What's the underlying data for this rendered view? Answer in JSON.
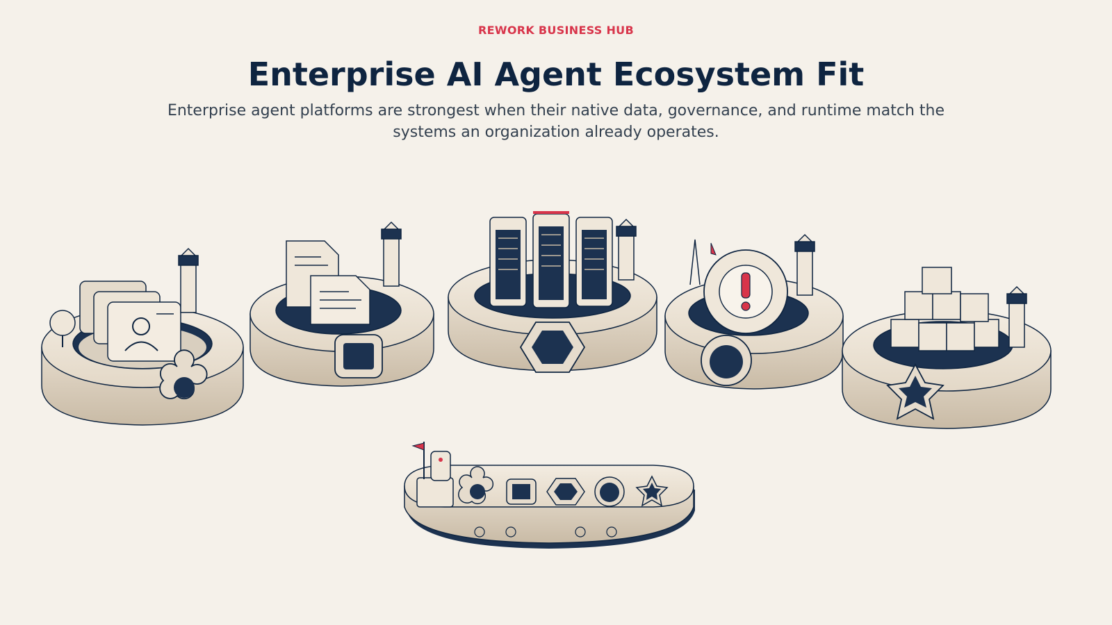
{
  "header": {
    "brand": "REWORK BUSINESS HUB",
    "title": "Enterprise AI Agent Ecosystem Fit",
    "subtitle": "Enterprise agent platforms are strongest when their native data, governance, and runtime match the systems an organization already operates."
  },
  "illustration": {
    "islands": [
      {
        "id": "identity",
        "icon": "id-card-icon",
        "socket": "clover-socket-icon"
      },
      {
        "id": "documents",
        "icon": "documents-icon",
        "socket": "square-socket-icon"
      },
      {
        "id": "servers",
        "icon": "server-rack-icon",
        "socket": "hexagon-socket-icon"
      },
      {
        "id": "alert",
        "icon": "alert-lifebuoy-icon",
        "socket": "circle-socket-icon"
      },
      {
        "id": "packages",
        "icon": "cubes-icon",
        "socket": "star-socket-icon"
      }
    ],
    "boat": {
      "icon": "shape-sorter-boat-icon",
      "slots": [
        "clover-slot-icon",
        "square-slot-icon",
        "hexagon-slot-icon",
        "circle-slot-icon",
        "star-slot-icon"
      ]
    },
    "colors": {
      "base": "#e6dccd",
      "shadow": "#c9bba6",
      "outline": "#0e2440",
      "accent": "#d8344a",
      "background": "#f5f1ea"
    }
  }
}
